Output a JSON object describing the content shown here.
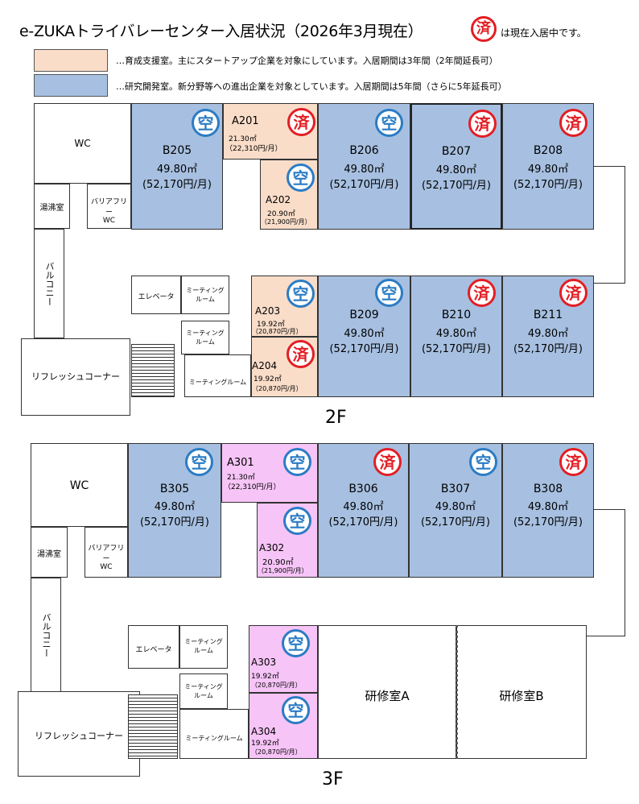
{
  "header": {
    "title": "e-ZUKAトライバレーセンター入居状況（2026年3月現在）",
    "badge_symbol": "済",
    "badge_note": "は現在入居中です。"
  },
  "legend": [
    {
      "color": "#f9ddc9",
      "text": "…育成支援室。主にスタートアップ企業を対象にしています。入居期間は3年間（2年間延長可）"
    },
    {
      "color": "#a7c0e1",
      "text": "…研究開発室。新分野等への進出企業を対象としています。入居期間は5年間（さらに5年延長可）"
    }
  ],
  "status": {
    "vacant": "空",
    "occupied": "済"
  },
  "floor2": {
    "label": "2F",
    "common": {
      "wc": "WC",
      "kitchen": "湯沸室",
      "barrier_free": "バリアフリー\nWC",
      "balcony": "バルコニー",
      "refresh": "リフレッシュコーナー",
      "elevator": "エレベータ",
      "meeting1": "ミーティング\nルーム",
      "meeting2": "ミーティング\nルーム",
      "meeting3": "ミーティングルーム"
    },
    "rooms": {
      "B205": {
        "name": "B205",
        "area": "49.80㎡",
        "rent": "(52,170円/月)",
        "status": "空"
      },
      "A201": {
        "name": "A201",
        "area": "21.30㎡",
        "rent": "（22,310円/月）",
        "status": "済"
      },
      "A202": {
        "name": "A202",
        "area": "20.90㎡",
        "rent": "（21,900円/月）",
        "status": "空"
      },
      "B206": {
        "name": "B206",
        "area": "49.80㎡",
        "rent": "(52,170円/月)",
        "status": "空"
      },
      "B207": {
        "name": "B207",
        "area": "49.80㎡",
        "rent": "(52,170円/月)",
        "status": "済"
      },
      "B208": {
        "name": "B208",
        "area": "49.80㎡",
        "rent": "(52,170円/月)",
        "status": "済"
      },
      "A203": {
        "name": "A203",
        "area": "19.92㎡",
        "rent": "（20,870円/月）",
        "status": "空"
      },
      "A204": {
        "name": "A204",
        "area": "19.92㎡",
        "rent": "（20,870円/月）",
        "status": "済"
      },
      "B209": {
        "name": "B209",
        "area": "49.80㎡",
        "rent": "(52,170円/月)",
        "status": "空"
      },
      "B210": {
        "name": "B210",
        "area": "49.80㎡",
        "rent": "(52,170円/月)",
        "status": "済"
      },
      "B211": {
        "name": "B211",
        "area": "49.80㎡",
        "rent": "(52,170円/月)",
        "status": "済"
      }
    }
  },
  "floor3": {
    "label": "3F",
    "common": {
      "wc": "WC",
      "kitchen": "湯沸室",
      "barrier_free": "バリアフリー\nWC",
      "balcony": "バルコニー",
      "refresh": "リフレッシュコーナー",
      "elevator": "エレベータ",
      "meeting1": "ミーティング\nルーム",
      "meeting2": "ミーティング\nルーム",
      "meeting3": "ミーティングルーム",
      "training_a": "研修室A",
      "training_b": "研修室B"
    },
    "rooms": {
      "B305": {
        "name": "B305",
        "area": "49.80㎡",
        "rent": "(52,170円/月)",
        "status": "空"
      },
      "A301": {
        "name": "A301",
        "area": "21.30㎡",
        "rent": "（22,310円/月）",
        "status": "空"
      },
      "A302": {
        "name": "A302",
        "area": "20.90㎡",
        "rent": "（21,900円/月）",
        "status": "空"
      },
      "B306": {
        "name": "B306",
        "area": "49.80㎡",
        "rent": "(52,170円/月)",
        "status": "済"
      },
      "B307": {
        "name": "B307",
        "area": "49.80㎡",
        "rent": "(52,170円/月)",
        "status": "空"
      },
      "B308": {
        "name": "B308",
        "area": "49.80㎡",
        "rent": "(52,170円/月)",
        "status": "済"
      },
      "A303": {
        "name": "A303",
        "area": "19.92㎡",
        "rent": "（20,870円/月）",
        "status": "空"
      },
      "A304": {
        "name": "A304",
        "area": "19.92㎡",
        "rent": "（20,870円/月）",
        "status": "空"
      }
    }
  }
}
